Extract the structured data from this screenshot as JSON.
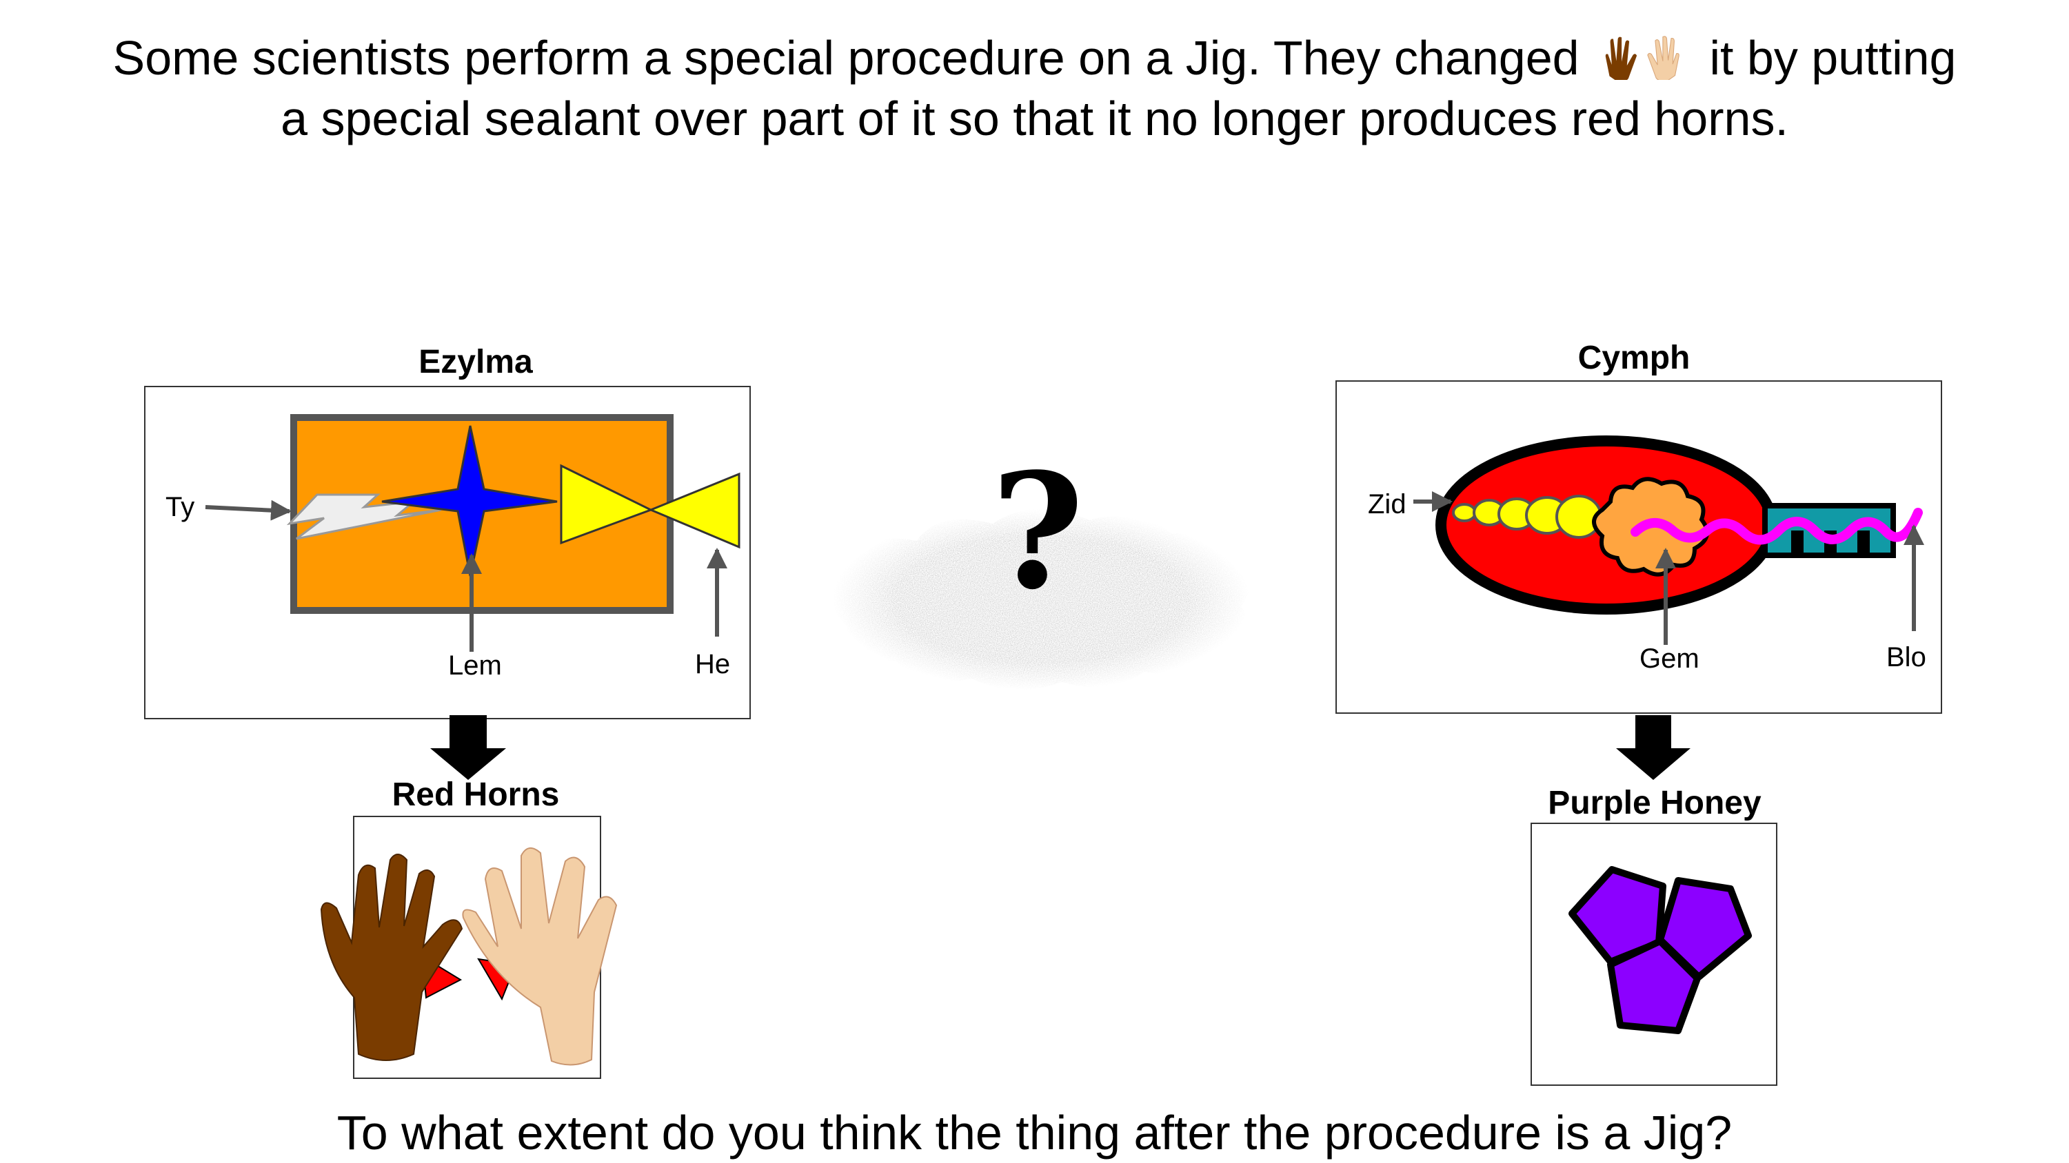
{
  "prompt": {
    "before_icon": "Some scientists perform a special procedure on a Jig. They changed",
    "after_icon": "it by putting",
    "line2": "a special sealant over part of it so that it no longer produces red horns.",
    "question": "To what extent do you think the thing after the procedure is a Jig?"
  },
  "left": {
    "title": "Ezylma",
    "labels": {
      "ty": "Ty",
      "lem": "Lem",
      "he": "He"
    },
    "output_title": "Red Horns"
  },
  "middle": {
    "mark": "?"
  },
  "right": {
    "title": "Cymph",
    "labels": {
      "zid": "Zid",
      "gem": "Gem",
      "blo": "Blo"
    },
    "output_title": "Purple Honey"
  },
  "colors": {
    "orange": "#ff9900",
    "blue": "#0000ff",
    "yellow": "#ffff00",
    "red": "#ff0000",
    "purple": "#8c00ff",
    "magenta": "#ff00ff",
    "teal": "#119aa6",
    "dark_skin": "#7a3c00",
    "light_skin": "#f3cfa6"
  },
  "icons": [
    "hands-icon",
    "lightning-icon",
    "star-icon",
    "bowtie-icon",
    "cloud-icon",
    "flower-icon",
    "wave-icon",
    "pentagon-icon"
  ]
}
